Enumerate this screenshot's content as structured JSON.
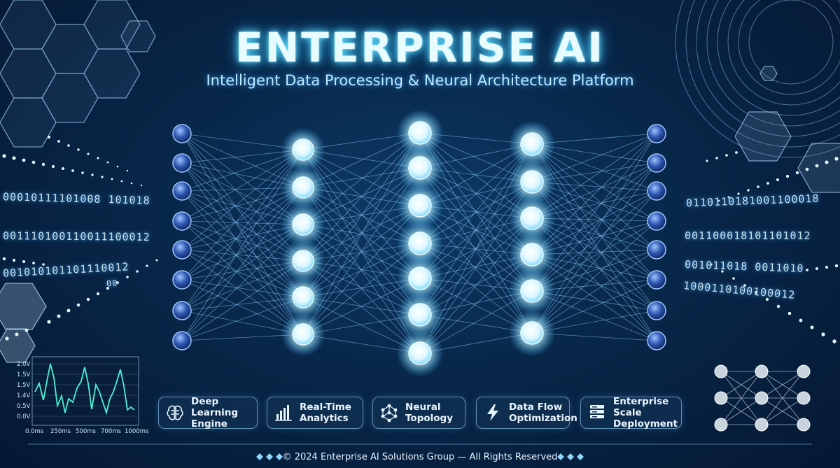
{
  "header": {
    "title": "ENTERPRISE AI",
    "subtitle": "Intelligent Data Processing & Neural Architecture Platform"
  },
  "binary_streams": {
    "left": [
      "00010111101008 101018",
      "001110100110011100012",
      "001010101101110012",
      "00"
    ],
    "right": [
      "0110110181001100018",
      "001100018101101012",
      "001011018 0011010",
      "1000110100100012"
    ]
  },
  "waveform": {
    "y_ticks": [
      "2.0V",
      "1.5V",
      "1.5V",
      "1.4V",
      "0.5V",
      "0.0V"
    ],
    "x_ticks": [
      "0.0ms",
      "250ms",
      "500ms",
      "700ms",
      "1000ms"
    ]
  },
  "features": [
    {
      "label_line1": "Deep Learning",
      "label_line2": "Engine",
      "icon": "brain-icon"
    },
    {
      "label_line1": "Real-Time",
      "label_line2": "Analytics",
      "icon": "bar-chart-icon"
    },
    {
      "label_line1": "Neural",
      "label_line2": "Topology",
      "icon": "network-icon"
    },
    {
      "label_line1": "Data Flow",
      "label_line2": "Optimization",
      "icon": "lightning-icon"
    },
    {
      "label_line1": "Enterprise Scale",
      "label_line2": "Deployment",
      "icon": "server-icon"
    }
  ],
  "footer": {
    "text": "© 2024 Enterprise AI Solutions Group — All Rights Reserved"
  },
  "colors": {
    "background": "#061a33",
    "glow": "#6fe6ff",
    "node_outer": "#2a4fa8",
    "line": "#7cc8ff"
  }
}
